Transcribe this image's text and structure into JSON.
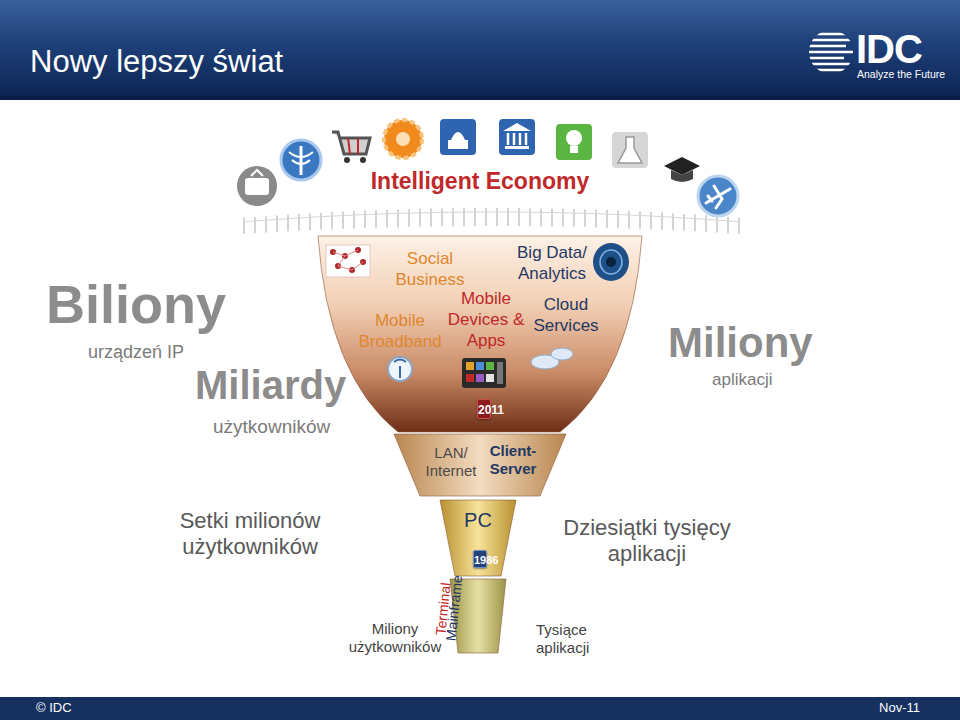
{
  "diagram": {
    "title": "Nowy lepszy świat",
    "nodes": [
      {
        "text": [
          "Social Business",
          "Big Data/ Analytics",
          "Mobile Devices & Apps",
          "Cloud Services",
          "Mobile Broadband"
        ]
      },
      {
        "text": [
          "2011"
        ],
        "in": 0
      },
      {
        "text": [
          "LAN/ Internet",
          "Client-Server"
        ]
      },
      {
        "text": [
          "PC"
        ]
      },
      {
        "text": [
          "1986"
        ],
        "in": 3
      },
      {
        "text": [
          "Terminal",
          "Mainframe"
        ]
      }
    ],
    "labels": [
      "IDC",
      "Analyze the Future",
      "Intelligent Economy",
      "Biliony",
      "urządzeń IP",
      "Miliardy",
      "użytkowników",
      "Miliony",
      "aplikacji",
      "Setki milionów użytkowników",
      "Dziesiątki tysięcy aplikacji",
      "Miliony użytkowników",
      "Tysiące aplikacji",
      "© IDC",
      "Nov-11"
    ]
  }
}
